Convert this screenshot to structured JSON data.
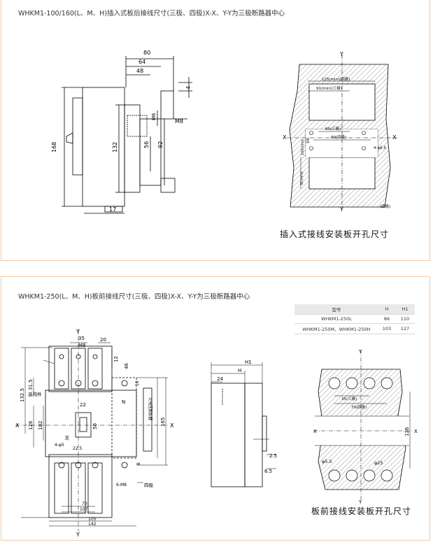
{
  "top_panel": {
    "title": "WHKM1-100/160(L、M、H)插入式板后接线尺寸(三极、四极)X-X、Y-Y为三极断路器中心",
    "left_drawing": {
      "dims": {
        "d80": "80",
        "d64": "64",
        "d48": "48",
        "d4": "4",
        "d168": "168",
        "d132": "132",
        "d56": "56",
        "d92": "92",
        "m6": "M6",
        "m8": "M8",
        "d17": "17"
      }
    },
    "right_drawing": {
      "axis_x": "X",
      "axis_y": "Y",
      "labels": {
        "l125": "125(min)(四极)",
        "l91": "91(min)(三极)",
        "l60": "60(三极)",
        "l90": "90(四极)",
        "l56": "56",
        "l100": "100(min)",
        "l4phi": "4-φ6.5",
        "l4pole": "(四极)",
        "lv1": "31(min)"
      }
    },
    "caption": "插入式接线安装板开孔尺寸"
  },
  "bottom_panel": {
    "title": "WHKM1-250(L、M、H)板前接线尺寸(三极、四极)X-X、Y-Y为三极断路器中心",
    "table": {
      "headers": [
        "型号",
        "H",
        "H1"
      ],
      "rows": [
        [
          "WHKM1-250L",
          "86",
          "110"
        ],
        [
          "WHKM1-250M、WHKM1-250H",
          "103",
          "127"
        ]
      ]
    },
    "left_drawing": {
      "axis_x": "X",
      "axis_y": "Y",
      "labels": {
        "d35": "35",
        "d20": "20",
        "m8": "M8",
        "d46": "46",
        "d12": "12",
        "d132_5": "132.5",
        "d31_5": "31.5",
        "d126": "126",
        "d102": "102",
        "d22": "22",
        "d50": "50",
        "d165": "165",
        "d10": "10",
        "d8": "8",
        "d36": "36",
        "d22_5": "22.5",
        "d70": "70",
        "d107": "107",
        "d105": "105",
        "d142": "142",
        "n": "N",
        "optional": "选购件",
        "four_pole": "四极",
        "phi5": "4-φ5",
        "m8_6": "6-M8",
        "side": "欠电压脱扣器"
      }
    },
    "mid_drawing": {
      "labels": {
        "h1": "H1",
        "h": "H",
        "d24": "24",
        "d2_5": "2.5",
        "d6_5": "6.5"
      }
    },
    "right_drawing": {
      "axis_x": "X",
      "axis_y": "Y",
      "labels": {
        "l35": "35(三极)",
        "l70": "70(四极)",
        "l126": "126",
        "phi5_5": "φ5.5",
        "phi25": "φ25"
      }
    },
    "caption": "板前接线安装板开孔尺寸"
  }
}
